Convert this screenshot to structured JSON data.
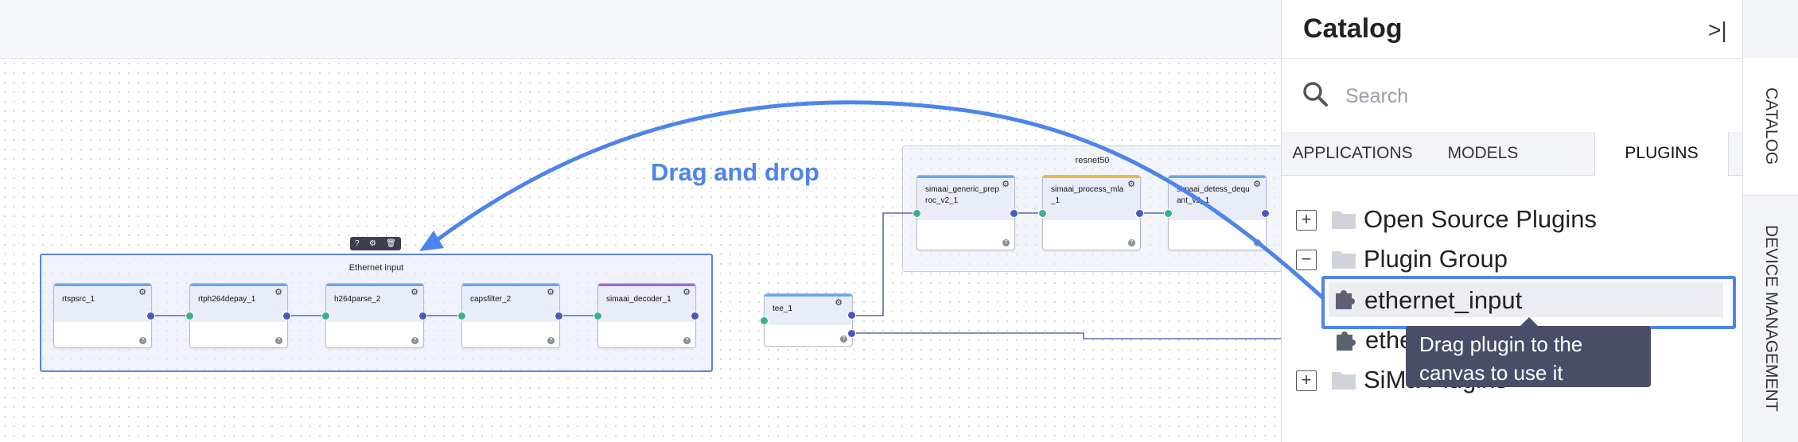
{
  "canvas": {
    "annotation": "Drag and drop",
    "groups": {
      "ethernet": "Ethernet input",
      "resnet": "resnet50"
    },
    "nodes": {
      "rtspsrc": "rtspsrc_1",
      "rtph264depay": "rtph264depay_1",
      "h264parse": "h264parse_2",
      "capsfilter": "capsfilter_2",
      "decoder": "simaai_decoder_1",
      "tee": "tee_1",
      "preproc": "simaai_generic_preproc_v2_1",
      "process_mla": "simaai_process_mla_1",
      "detess": "simaai_detess_dequant_v2_1"
    }
  },
  "panel": {
    "title": "Catalog",
    "search_placeholder": "Search",
    "tabs": [
      "APPLICATIONS",
      "MODELS",
      "PLUGINS"
    ],
    "active_tab": "PLUGINS",
    "tree": {
      "open_source": "Open Source Plugins",
      "plugin_group": "Plugin Group",
      "ethernet_input": "ethernet_input",
      "ether_partial": "ethe",
      "sima_partial": "SiMa Plugins"
    },
    "tooltip": "Drag plugin to the canvas to use it"
  },
  "side_tabs": [
    "CATALOG",
    "DEVICE MANAGEMENT"
  ],
  "colors": {
    "accent": "#4d84ec",
    "port_in": "#3bb08f",
    "port_out": "#4b58c0",
    "tooltip_bg": "#4a4d68"
  }
}
